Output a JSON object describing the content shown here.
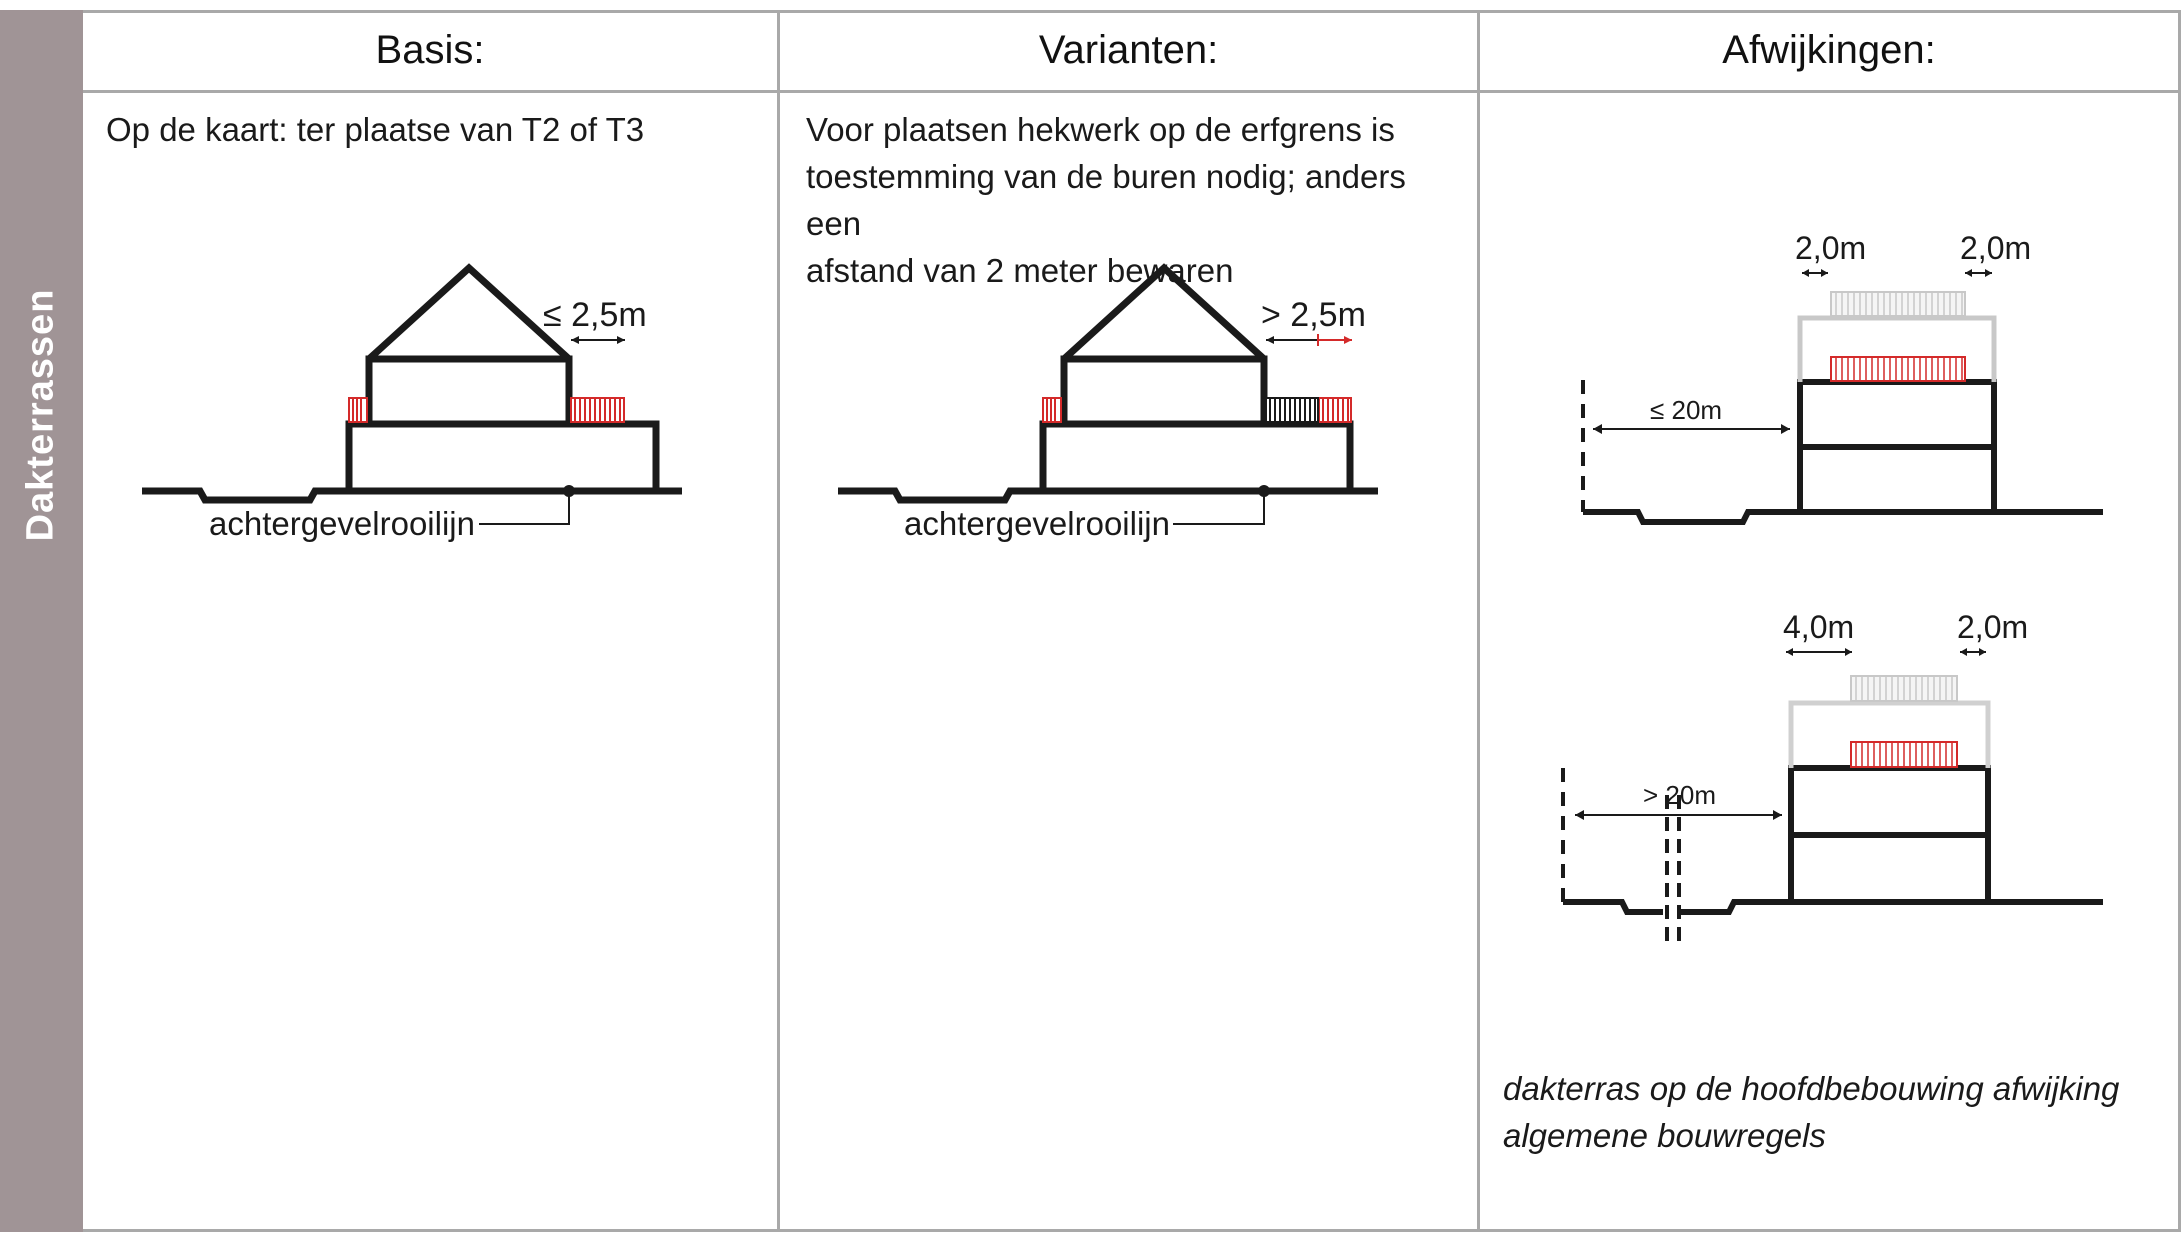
{
  "sidebar": {
    "label": "Dakterrassen"
  },
  "columns": [
    {
      "header": "Basis:",
      "text": "Op de kaart: ter plaatse van T2 of T3"
    },
    {
      "header": "Varianten:",
      "text_lines": [
        "Voor plaatsen hekwerk op de erfgrens is",
        "toestemming van de buren nodig; anders een",
        "afstand van 2 meter bewaren"
      ]
    },
    {
      "header": "Afwijkingen:",
      "caption_lines": [
        "dakterras op de hoofdbebouwing afwijking",
        "algemene bouwregels"
      ]
    }
  ],
  "diagrams": {
    "basis": {
      "dimension": "≤ 2,5m",
      "label": "achtergevelrooilijn"
    },
    "variant": {
      "dimension": "> 2,5m",
      "label": "achtergevelrooilijn"
    },
    "afwijking_top": {
      "left_dim": "2,0m",
      "right_dim": "2,0m",
      "distance": "≤ 20m"
    },
    "afwijking_bottom": {
      "left_dim": "4,0m",
      "right_dim": "2,0m",
      "distance": "> 20m"
    }
  },
  "colors": {
    "sidebar": "#a09496",
    "grid": "#a9a9a9",
    "railing_red": "#d42a2a",
    "railing_grey": "#c8c8c8"
  }
}
